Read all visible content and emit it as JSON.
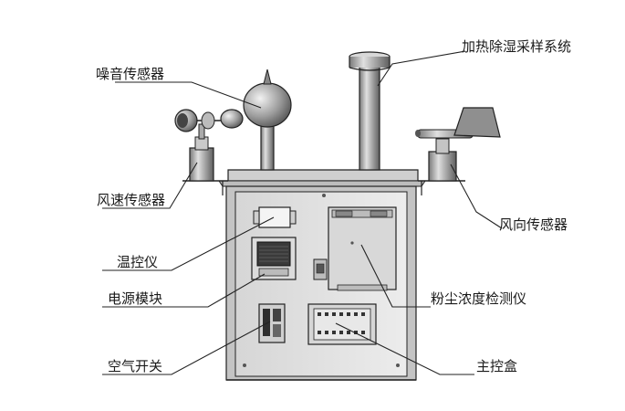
{
  "labels": {
    "noise_sensor": "噪音传感器",
    "heating_sampling": "加热除湿采样系统",
    "wind_speed_sensor": "风速传感器",
    "wind_direction_sensor": "风向传感器",
    "temp_controller": "温控仪",
    "power_module": "电源模块",
    "dust_detector": "粉尘浓度检测仪",
    "air_switch": "空气开关",
    "main_control_box": "主控盒"
  },
  "colors": {
    "line": "#222222",
    "cabinet_face": "#e2e2e2",
    "cabinet_side": "#bdbdbd",
    "component": "#d0d0d0",
    "dark_part": "#555555"
  }
}
